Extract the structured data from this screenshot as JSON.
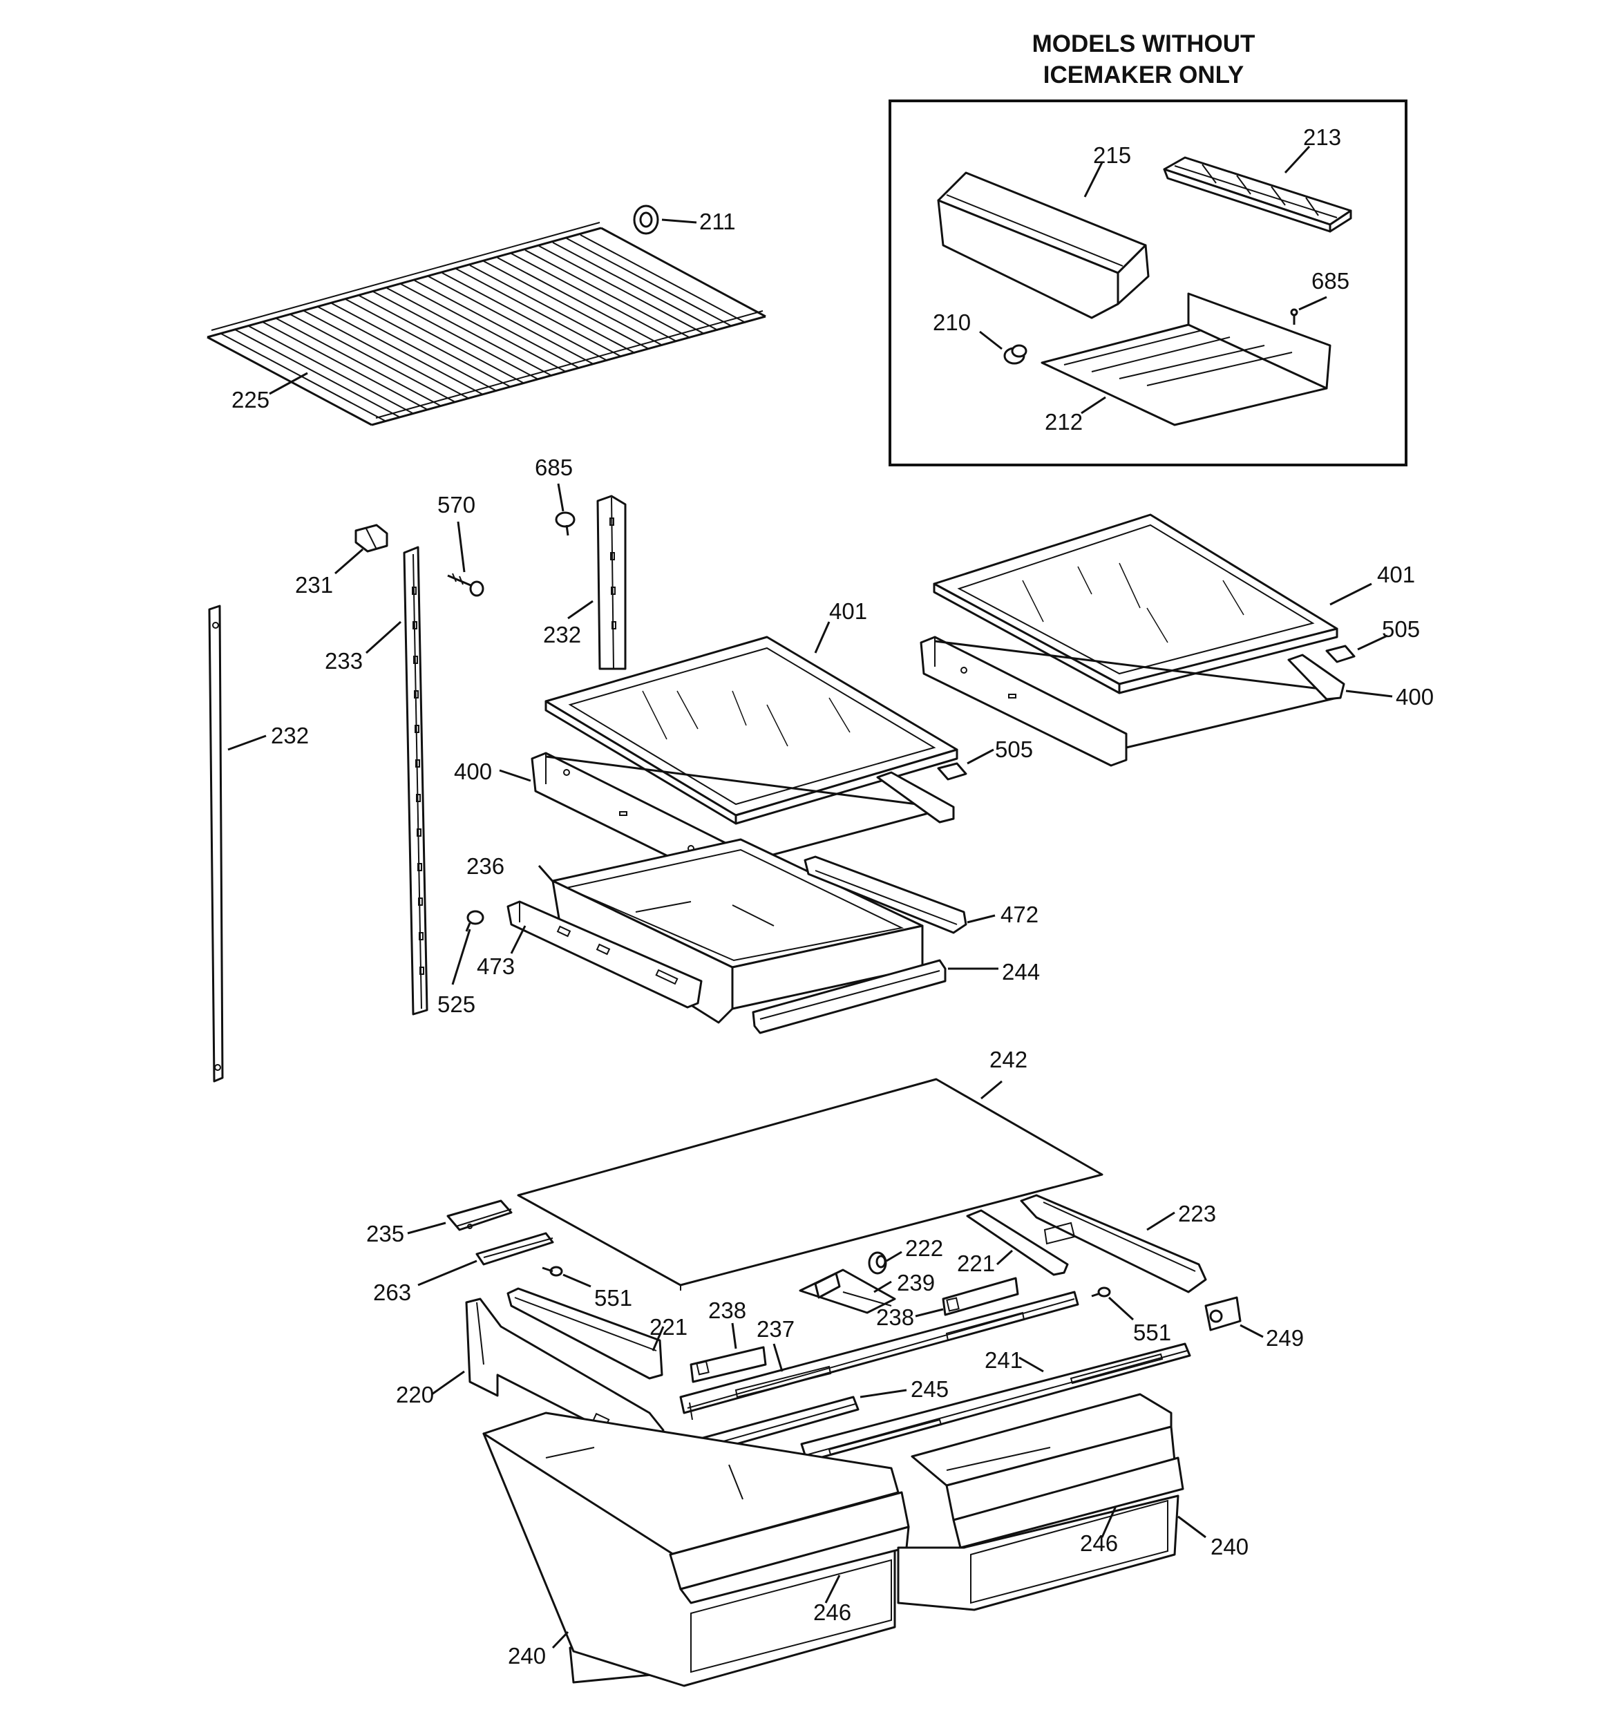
{
  "inset": {
    "title_line1": "MODELS WITHOUT",
    "title_line2": "ICEMAKER ONLY"
  },
  "callouts": [
    {
      "id": "c211",
      "text": "211"
    },
    {
      "id": "c225",
      "text": "225"
    },
    {
      "id": "c215",
      "text": "215"
    },
    {
      "id": "c213",
      "text": "213"
    },
    {
      "id": "c685a",
      "text": "685"
    },
    {
      "id": "c210",
      "text": "210"
    },
    {
      "id": "c212",
      "text": "212"
    },
    {
      "id": "c685b",
      "text": "685"
    },
    {
      "id": "c570",
      "text": "570"
    },
    {
      "id": "c231",
      "text": "231"
    },
    {
      "id": "c232a",
      "text": "232"
    },
    {
      "id": "c233",
      "text": "233"
    },
    {
      "id": "c232b",
      "text": "232"
    },
    {
      "id": "c401a",
      "text": "401"
    },
    {
      "id": "c401b",
      "text": "401"
    },
    {
      "id": "c505a",
      "text": "505"
    },
    {
      "id": "c400a",
      "text": "400"
    },
    {
      "id": "c400b",
      "text": "400"
    },
    {
      "id": "c505b",
      "text": "505"
    },
    {
      "id": "c236",
      "text": "236"
    },
    {
      "id": "c472",
      "text": "472"
    },
    {
      "id": "c473",
      "text": "473"
    },
    {
      "id": "c244",
      "text": "244"
    },
    {
      "id": "c525",
      "text": "525"
    },
    {
      "id": "c242",
      "text": "242"
    },
    {
      "id": "c235",
      "text": "235"
    },
    {
      "id": "c223",
      "text": "223"
    },
    {
      "id": "c222",
      "text": "222"
    },
    {
      "id": "c263",
      "text": "263"
    },
    {
      "id": "c239",
      "text": "239"
    },
    {
      "id": "c221a",
      "text": "221"
    },
    {
      "id": "c551a",
      "text": "551"
    },
    {
      "id": "c238a",
      "text": "238"
    },
    {
      "id": "c238b",
      "text": "238"
    },
    {
      "id": "c551b",
      "text": "551"
    },
    {
      "id": "c221b",
      "text": "221"
    },
    {
      "id": "c237",
      "text": "237"
    },
    {
      "id": "c249",
      "text": "249"
    },
    {
      "id": "c220",
      "text": "220"
    },
    {
      "id": "c241",
      "text": "241"
    },
    {
      "id": "c245",
      "text": "245"
    },
    {
      "id": "c246a",
      "text": "246"
    },
    {
      "id": "c240a",
      "text": "240"
    },
    {
      "id": "c246b",
      "text": "246"
    },
    {
      "id": "c240b",
      "text": "240"
    }
  ]
}
